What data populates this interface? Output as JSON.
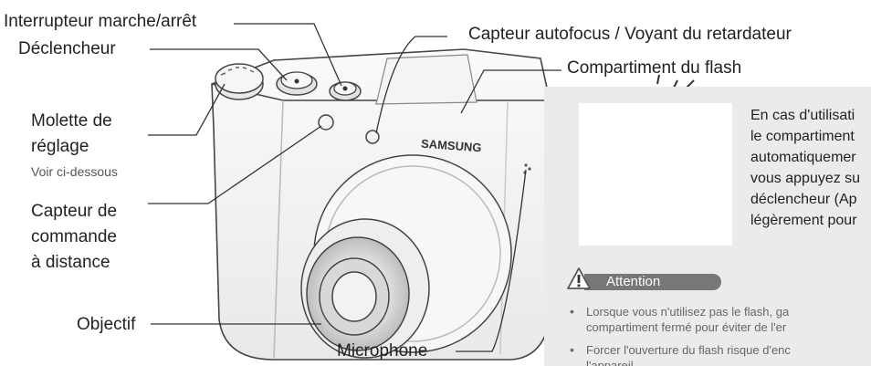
{
  "labels": {
    "power_switch": "Interrupteur marche/arrêt",
    "shutter": "Déclencheur",
    "af_sensor": "Capteur autofocus / Voyant du retardateur",
    "flash_compartment": "Compartiment du flash",
    "mode_dial_line1": "Molette de",
    "mode_dial_line2": "réglage",
    "mode_dial_sub": "Voir ci-dessous",
    "remote_line1": "Capteur de",
    "remote_line2": "commande",
    "remote_line3": "à distance",
    "lens": "Objectif",
    "microphone": "Microphone"
  },
  "camera": {
    "brand": "SAMSUNG"
  },
  "flash_panel": {
    "description_lines": [
      "En cas d'utilisati",
      "le compartiment",
      "automatiquemer",
      "vous appuyez su",
      "déclencheur (Ap",
      "légèrement pour"
    ],
    "attention_label": "Attention",
    "bullets": [
      {
        "line1": "Lorsque vous n'utilisez pas le flash, ga",
        "line2": "compartiment fermé pour éviter de l'er"
      },
      {
        "line1": "Forcer l'ouverture du flash risque d'enc",
        "line2": "l'appareil."
      }
    ]
  },
  "colors": {
    "panel_bg": "#ebebeb",
    "badge_bg": "#777777",
    "leader_line": "#333333"
  }
}
